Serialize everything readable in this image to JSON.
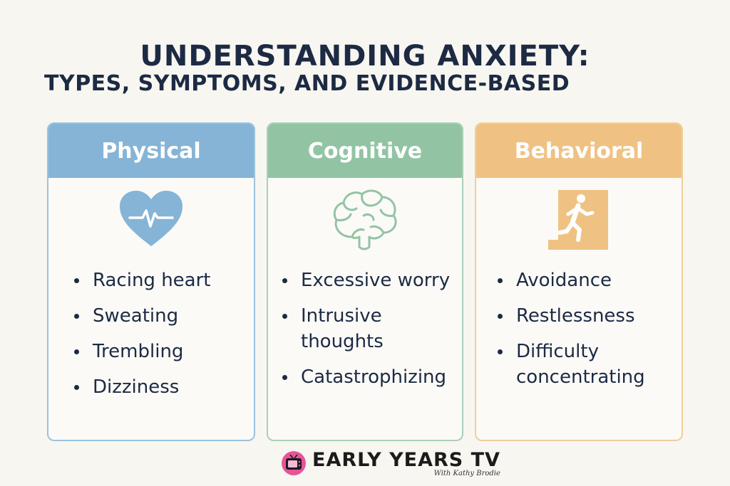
{
  "header": {
    "title": "UNDERSTANDING ANXIETY:",
    "subtitle": "TYPES, SYMPTOMS, AND EVIDENCE-BASED"
  },
  "cards": [
    {
      "title": "Physical",
      "icon": "heart-pulse-icon",
      "accent": "#85b4d6",
      "items": [
        "Racing heart",
        "Sweating",
        "Trembling",
        "Dizziness"
      ]
    },
    {
      "title": "Cognitive",
      "icon": "brain-icon",
      "accent": "#92c4a4",
      "items": [
        "Excessive worry",
        "Intrusive\nthoughts",
        "Catastrophizing"
      ]
    },
    {
      "title": "Behavioral",
      "icon": "exit-running-icon",
      "accent": "#efc283",
      "items": [
        "Avoidance",
        "Restlessness",
        "Difficulty\nconcentrating"
      ]
    }
  ],
  "footer": {
    "brand": "EARLY YEARS TV",
    "tagline": "With Kathy Brodie",
    "icon": "tv-logo-icon"
  }
}
